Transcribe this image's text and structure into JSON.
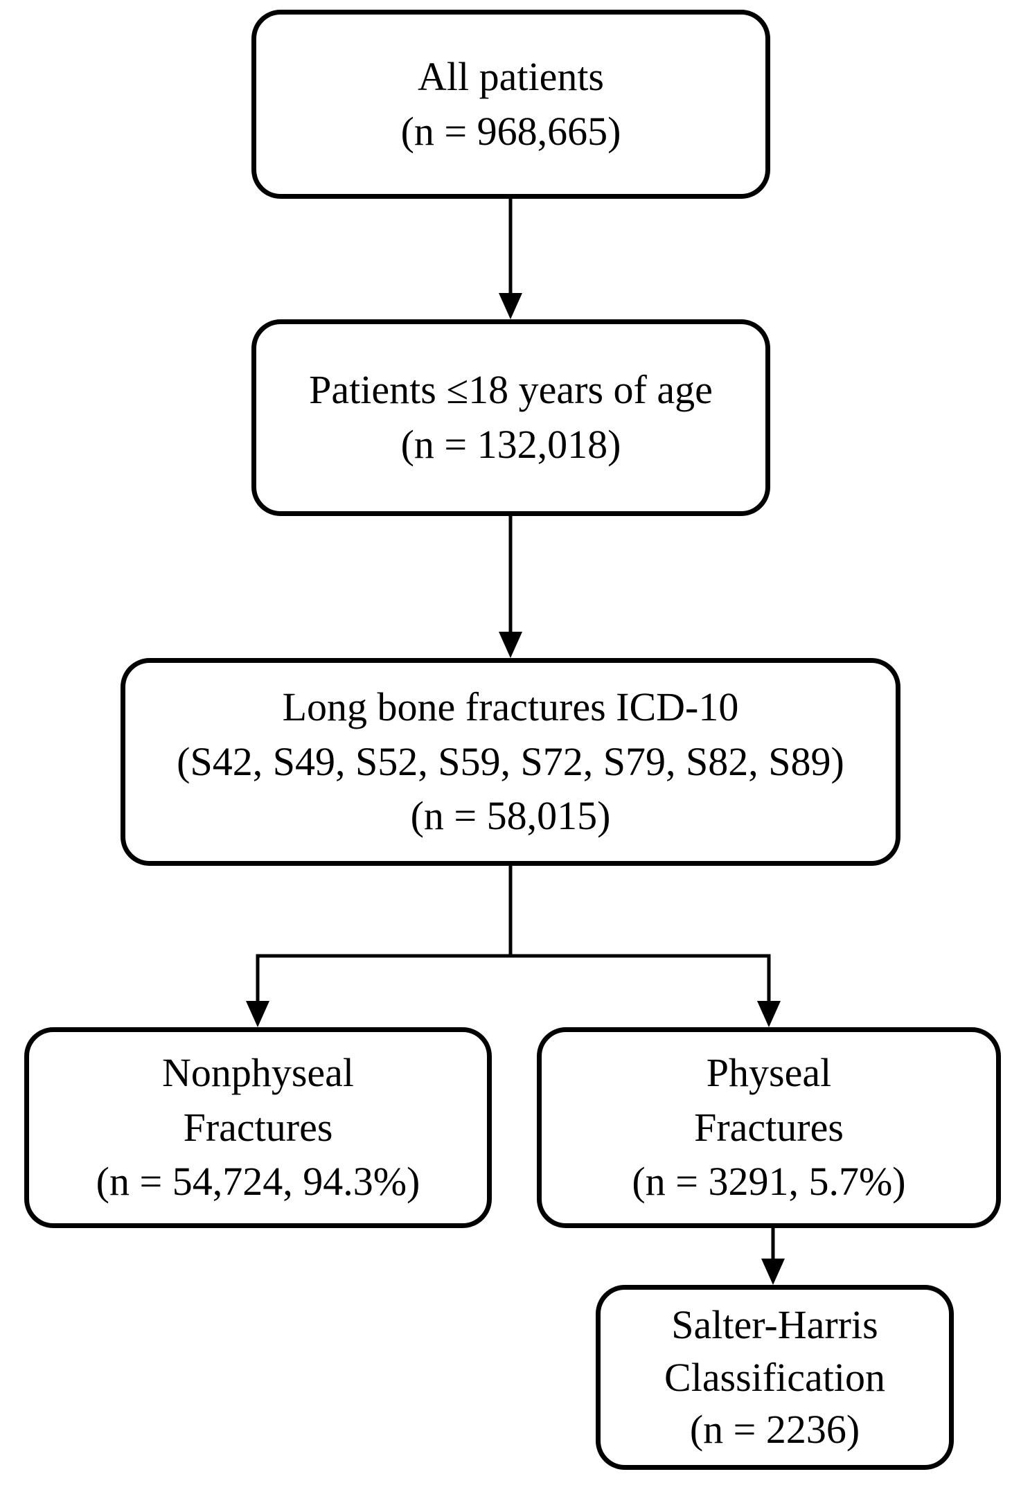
{
  "diagram": {
    "type": "flowchart",
    "background_color": "#ffffff",
    "line_color": "#000000",
    "text_color": "#000000"
  },
  "nodes": {
    "all_patients": {
      "lines": [
        "All patients",
        "(n = 968,665)"
      ]
    },
    "patients_under_18": {
      "lines": [
        "Patients ≤18 years of age",
        "(n = 132,018)"
      ]
    },
    "long_bone_fractures": {
      "lines": [
        "Long bone fractures ICD-10",
        "(S42, S49, S52, S59, S72, S79, S82, S89)",
        "(n = 58,015)"
      ]
    },
    "nonphyseal_fractures": {
      "lines": [
        "Nonphyseal",
        "Fractures",
        "(n = 54,724, 94.3%)"
      ]
    },
    "physeal_fractures": {
      "lines": [
        "Physeal",
        "Fractures",
        "(n = 3291, 5.7%)"
      ]
    },
    "salter_harris": {
      "lines": [
        "Salter-Harris",
        "Classification",
        "(n = 2236)"
      ]
    }
  }
}
